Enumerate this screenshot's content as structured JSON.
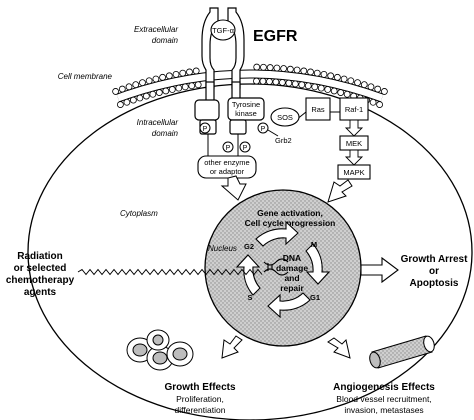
{
  "labels": {
    "extracellular_domain": [
      "Extracellular",
      "domain"
    ],
    "cell_membrane": "Cell membrane",
    "intracellular_domain": [
      "Intracellular",
      "domain"
    ],
    "cytoplasm": "Cytoplasm",
    "nucleus": "Nucleus",
    "ligand": "TGF-α",
    "receptor": "EGFR",
    "tyrosine_kinase": [
      "Tyrosine",
      "kinase"
    ],
    "phosphate": "P",
    "grb2": "Grb2",
    "sos": "SOS",
    "ras": "Ras",
    "raf1": "Raf-1",
    "mek": "MEK",
    "mapk": "MAPK",
    "other_enzyme": [
      "other enzyme",
      "or adaptor"
    ],
    "gene_activation": [
      "Gene activation,",
      "Cell cycle progression"
    ],
    "dna_damage": [
      "DNA",
      "damage",
      "and",
      "repair"
    ],
    "phase_g2": "G2",
    "phase_m": "M",
    "phase_g1": "G1",
    "phase_s": "S",
    "radiation": [
      "Radiation",
      "or selected",
      "chemotherapy",
      "agents"
    ],
    "growth_arrest": [
      "Growth Arrest",
      "or",
      "Apoptosis"
    ],
    "growth_effects": [
      "Growth Effects",
      "Proliferation,",
      "differentiation"
    ],
    "angiogenesis": [
      "Angiogenesis Effects",
      "Blood vessel recruitment,",
      "invasion, metastases"
    ]
  },
  "colors": {
    "ink": "#000000",
    "nucleus_fill": "#bdbdbd",
    "dna_fill": "#ffffff"
  }
}
